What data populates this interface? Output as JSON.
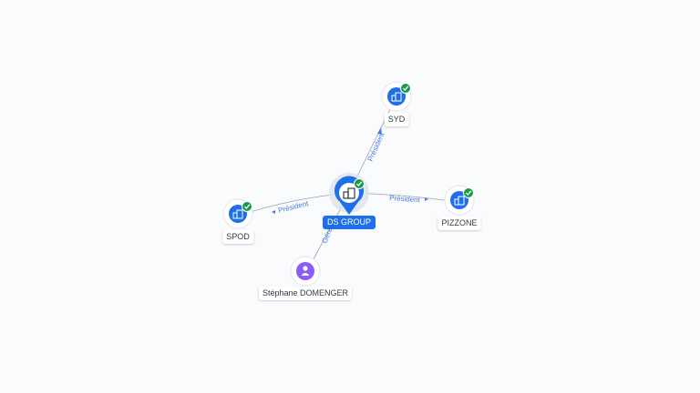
{
  "colors": {
    "accent": "#1e6fe8",
    "check": "#1a9b4a",
    "person": "#8b5cf6",
    "edge": "#9aa0aa",
    "edge_label": "#4b7be0"
  },
  "center": {
    "label": "DS GROUP",
    "icon": "building-icon",
    "verified": true
  },
  "nodes": [
    {
      "id": "syd",
      "label": "SYD",
      "icon": "building-icon",
      "verified": true
    },
    {
      "id": "pizzone",
      "label": "PIZZONE",
      "icon": "building-icon",
      "verified": true
    },
    {
      "id": "spod",
      "label": "SPOD",
      "icon": "building-icon",
      "verified": true
    },
    {
      "id": "person",
      "label": "Stéphane DOMENGER",
      "icon": "person-icon",
      "verified": false
    }
  ],
  "edges": [
    {
      "to": "syd",
      "label": "Président"
    },
    {
      "to": "pizzone",
      "label": "Président"
    },
    {
      "to": "spod",
      "label": "Président"
    },
    {
      "to": "person",
      "label": "Gérant"
    }
  ]
}
